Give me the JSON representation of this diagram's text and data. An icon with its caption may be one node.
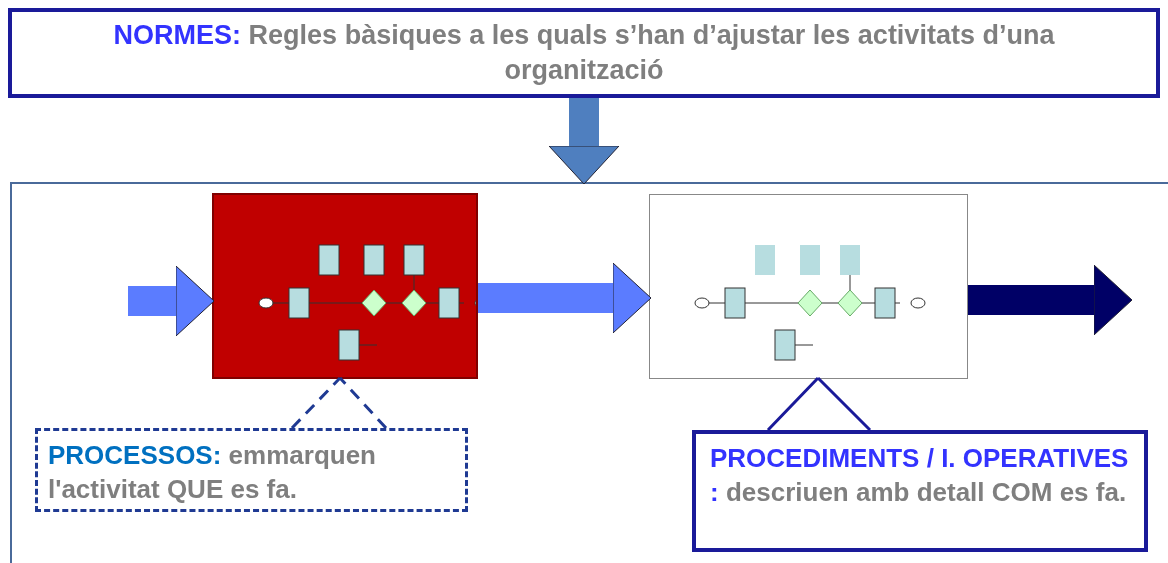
{
  "diagram": {
    "nodes": [
      {
        "text": [
          "NORMES:",
          "Regles bàsiques a les quals s’han d’ajustar les activitats d’una organització"
        ]
      },
      {
        "text": [],
        "shape": "box"
      },
      {
        "text": [],
        "shape": "picture",
        "in": 1
      },
      {
        "text": [],
        "shape": "picture",
        "in": 1
      },
      {
        "text": [
          "PROCESSOS:",
          "emmarquen l'activitat QUE es  fa."
        ],
        "in": 1
      },
      {
        "text": [
          "PROCEDIMENTS / I. OPERATIVES :",
          "descriuen amb detall COM es fa."
        ],
        "in": 1
      }
    ],
    "edges": [
      {
        "from": 0,
        "to": 1,
        "arrow": "to",
        "color": "#4f7fbf"
      },
      {
        "from": null,
        "to": 2,
        "arrow": "to"
      },
      {
        "from": 2,
        "to": 3,
        "arrow": "to"
      },
      {
        "from": 3,
        "to": null,
        "arrow": "to",
        "color": "#000066"
      },
      {
        "from": 4,
        "to": 2,
        "arrow": "none",
        "style": "dashed",
        "color": "#1f3a93"
      },
      {
        "from": 5,
        "to": 3,
        "arrow": "none",
        "color": "#1a1a99"
      }
    ]
  }
}
